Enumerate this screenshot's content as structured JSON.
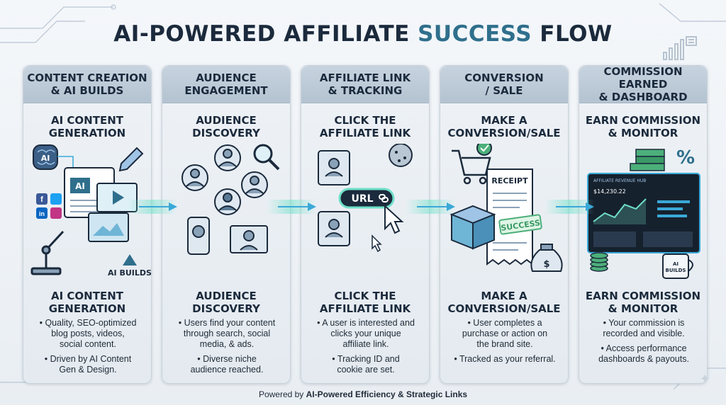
{
  "title": {
    "part1": "AI-POWERED AFFILIATE ",
    "accent": "SUCCESS",
    "part2": " FLOW"
  },
  "columns": [
    {
      "header": "CONTENT CREATION\n& AI BUILDS",
      "sub": "AI CONTENT\nGENERATION",
      "sub2": "AI CONTENT\nGENERATION",
      "art_labels": {
        "ai_chip": "AI",
        "doc": "AI",
        "builds": "AI BUILDS"
      },
      "bullets": [
        "Quality, SEO-optimized\nblog posts, videos,\nsocial content.",
        "Driven by AI Content\nGen & Design."
      ]
    },
    {
      "header": "AUDIENCE\nENGAGEMENT",
      "sub": "AUDIENCE\nDISCOVERY",
      "sub2": "AUDIENCE\nDISCOVERY",
      "bullets": [
        "Users find your content\nthrough search, social\nmedia, & ads.",
        "Diverse niche\naudience reached."
      ]
    },
    {
      "header": "AFFILIATE LINK\n& TRACKING",
      "sub": "CLICK THE\nAFFILIATE LINK",
      "sub2": "CLICK THE\nAFFILIATE LINK",
      "art_labels": {
        "url": "URL"
      },
      "bullets": [
        "A user is interested and\nclicks your unique\naffiliate link.",
        "Tracking ID and\ncookie are set."
      ]
    },
    {
      "header": "CONVERSION\n/ SALE",
      "sub": "MAKE A\nCONVERSION/SALE",
      "sub2": "MAKE A\nCONVERSION/SALE",
      "art_labels": {
        "receipt": "RECEIPT",
        "success": "SUCCESS",
        "dollar": "$"
      },
      "bullets": [
        "User completes a\npurchase or action on\nthe brand site.",
        "Tracked as your referral."
      ]
    },
    {
      "header": "COMMISSION EARNED\n& DASHBOARD",
      "sub": "EARN COMMISSION\n& MONITOR",
      "sub2": "EARN COMMISSION\n& MONITOR",
      "art_labels": {
        "percent": "%",
        "mug": "AI\nBUILDS",
        "dash_title": "AFFILIATE REVENUE HUB",
        "dash_value": "$14,230.22"
      },
      "bullets": [
        "Your commission is\nrecorded and visible.",
        "Access performance\ndashboards & payouts."
      ]
    }
  ],
  "footer": {
    "prefix": "Powered by ",
    "bold": "AI-Powered Efficiency & Strategic Links"
  },
  "colors": {
    "accent": "#2f6f8c",
    "glow": "#6fe0c8",
    "arrow": "#3aa9d8",
    "dark": "#1b2a3c"
  },
  "icons": [
    "brain-icon",
    "pencil-icon",
    "robot-arm-icon",
    "person-icon",
    "magnifier-icon",
    "cookie-icon",
    "cursor-icon",
    "cart-icon",
    "check-icon",
    "receipt-icon",
    "box-icon",
    "money-bag-icon",
    "cash-stack-icon",
    "coin-stack-icon",
    "percent-icon",
    "mug-icon",
    "dashboard-icon"
  ]
}
